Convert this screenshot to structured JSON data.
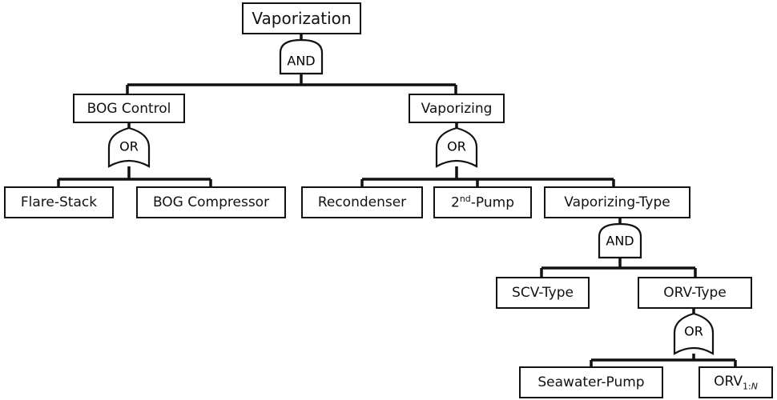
{
  "diagram": {
    "type": "fault-tree",
    "nodes": {
      "root": "Vaporization",
      "bog_control": "BOG Control",
      "vaporizing": "Vaporizing",
      "flare_stack": "Flare-Stack",
      "bog_compressor": "BOG Compressor",
      "recondenser": "Recondenser",
      "pump_base": "2",
      "pump_sup": "nd",
      "pump_tail": "-Pump",
      "vaporizing_type": "Vaporizing-Type",
      "scv_type": "SCV-Type",
      "orv_type": "ORV-Type",
      "seawater_pump": "Seawater-Pump",
      "orv_base": "ORV",
      "orv_sub": "1:",
      "orv_sub_n": "N"
    },
    "gates": {
      "root_gate": "AND",
      "bog_control_gate": "OR",
      "vaporizing_gate": "OR",
      "vaporizing_type_gate": "AND",
      "orv_type_gate": "OR"
    }
  }
}
